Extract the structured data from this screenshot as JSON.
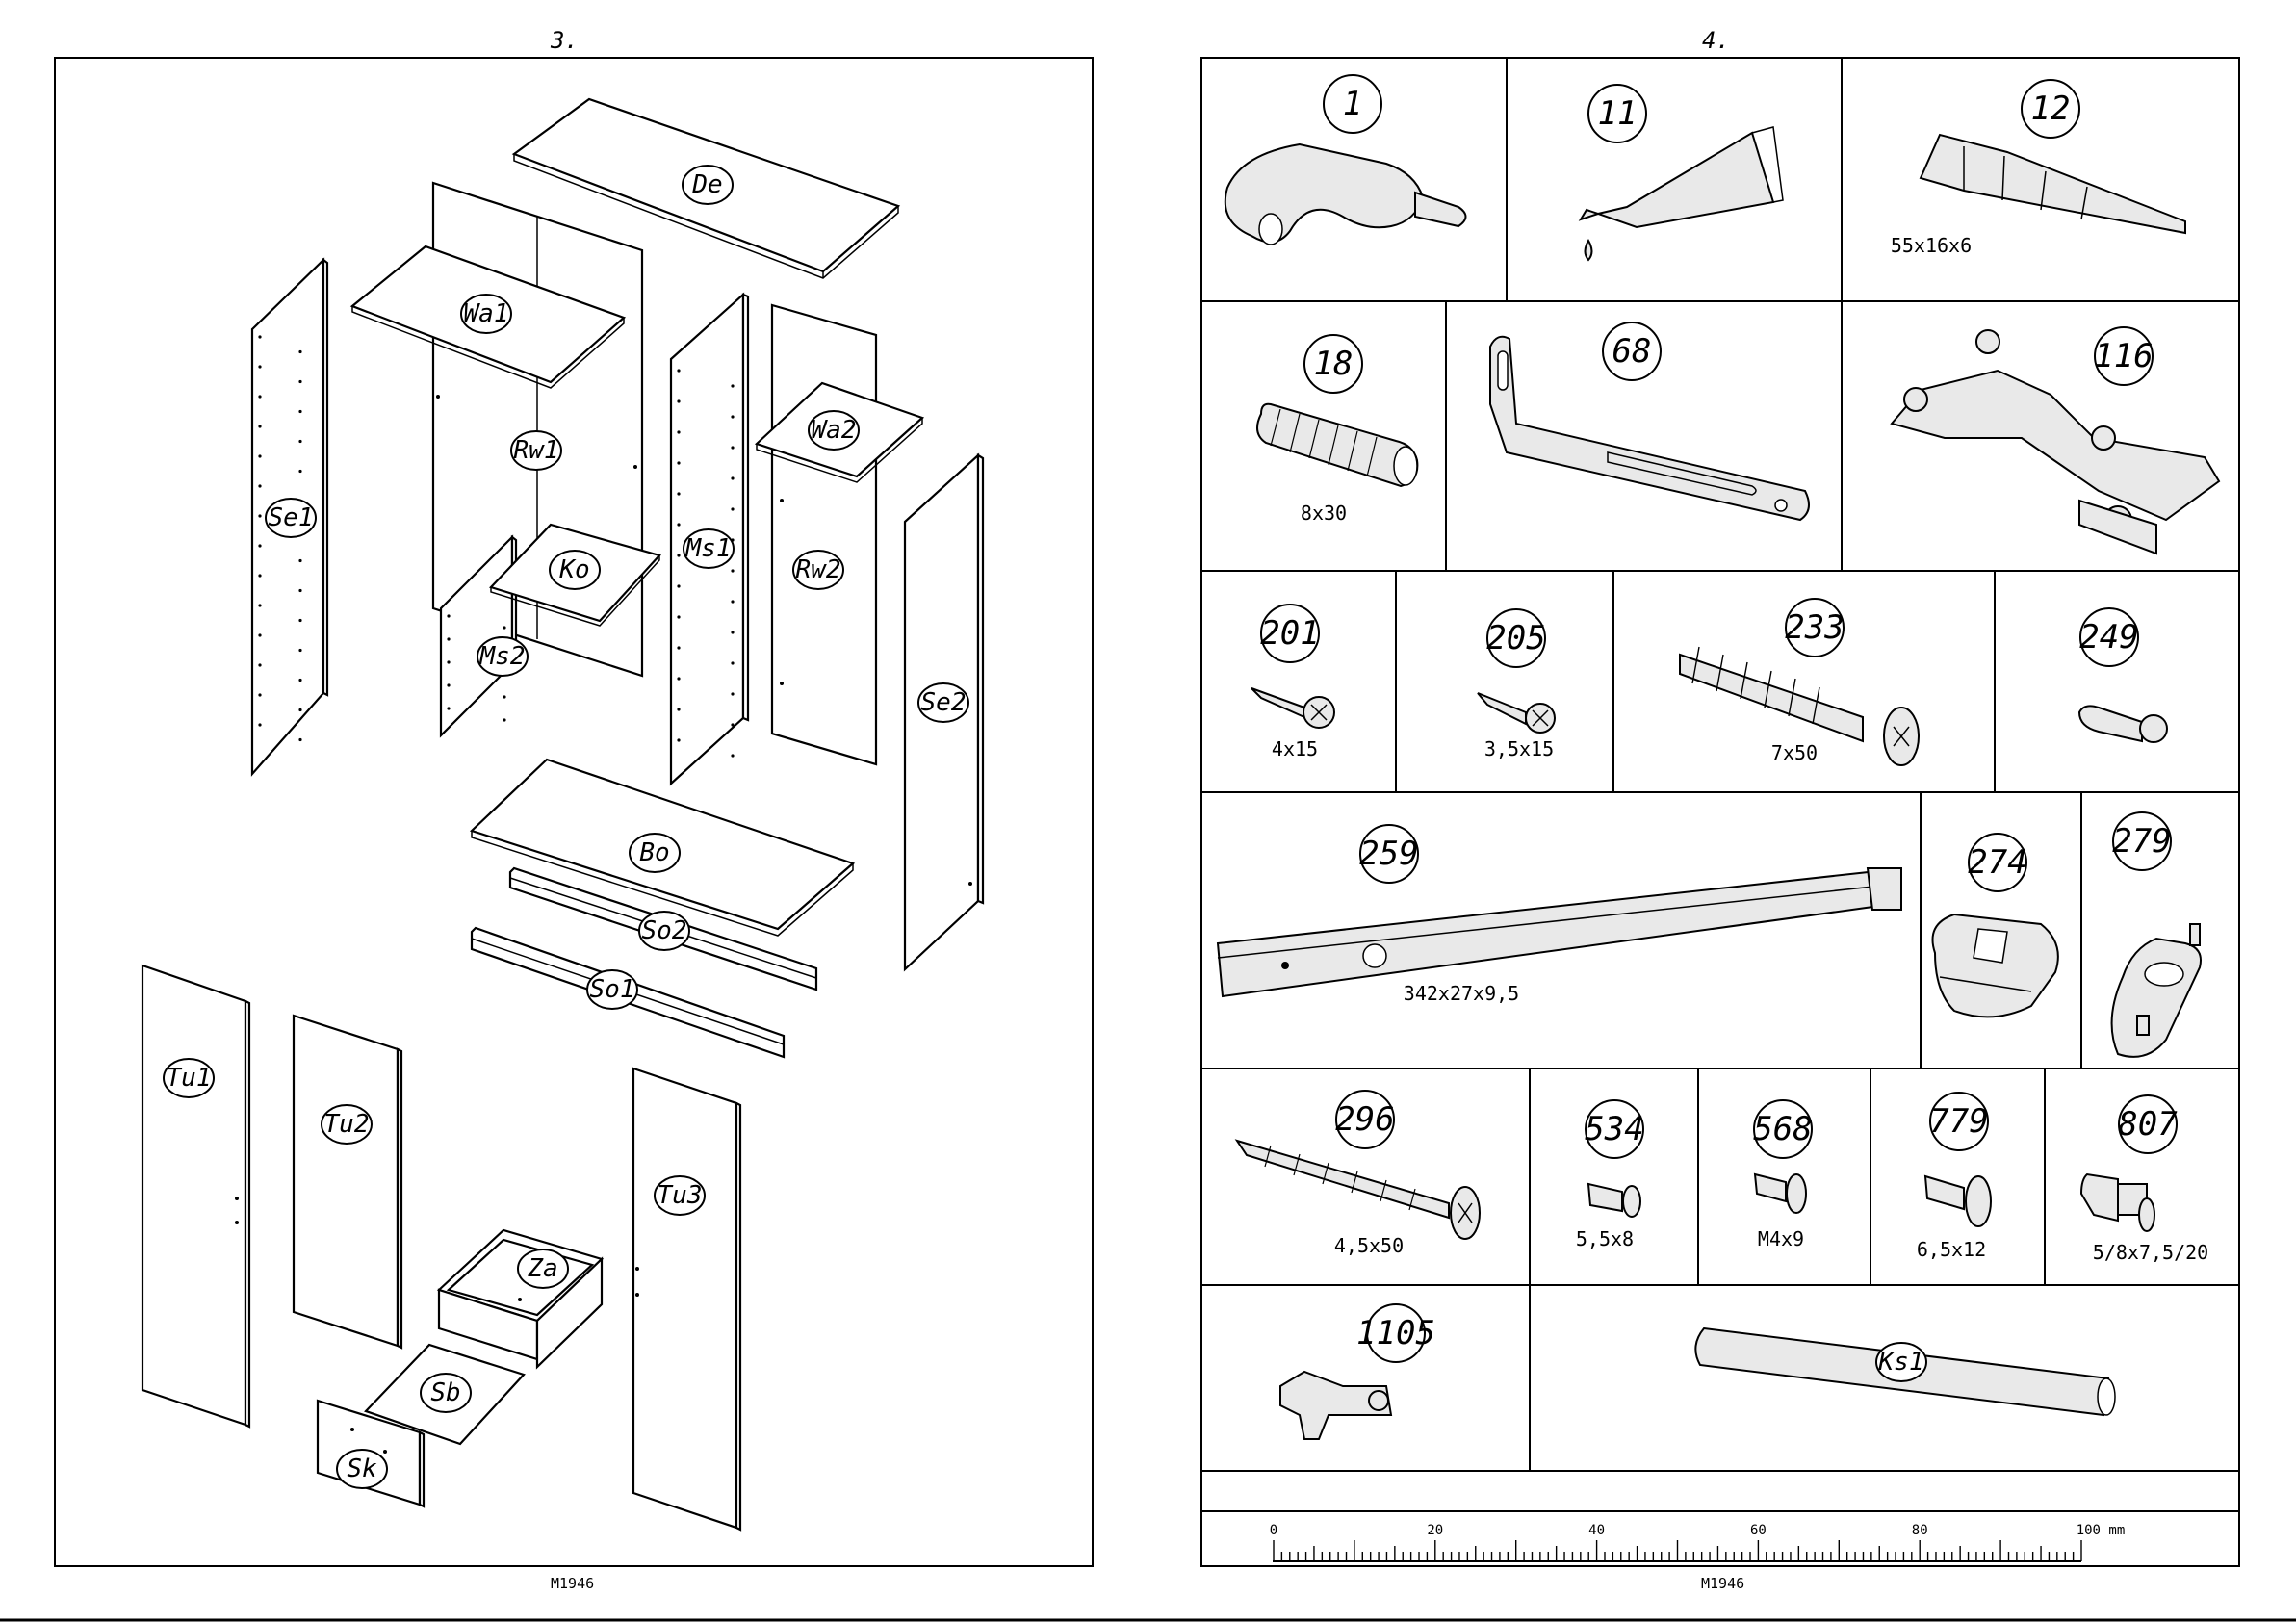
{
  "pages": {
    "left_number": "3.",
    "right_number": "4.",
    "left_code": "M1946",
    "right_code": "M1946"
  },
  "panels": [
    {
      "id": "De"
    },
    {
      "id": "Wa1"
    },
    {
      "id": "Rw1"
    },
    {
      "id": "Se1"
    },
    {
      "id": "Ms1"
    },
    {
      "id": "Wa2"
    },
    {
      "id": "Rw2"
    },
    {
      "id": "Ko"
    },
    {
      "id": "Ms2"
    },
    {
      "id": "Se2"
    },
    {
      "id": "Bo"
    },
    {
      "id": "So2"
    },
    {
      "id": "So1"
    },
    {
      "id": "Tu1"
    },
    {
      "id": "Tu2"
    },
    {
      "id": "Tu3"
    },
    {
      "id": "Za"
    },
    {
      "id": "Sb"
    },
    {
      "id": "Sk"
    }
  ],
  "hardware": [
    {
      "number": "1",
      "dim": "",
      "icon": "shelf-support-clip-icon"
    },
    {
      "number": "11",
      "dim": "",
      "icon": "glue-tube-icon"
    },
    {
      "number": "12",
      "dim": "55x16x6",
      "icon": "wedge-strip-icon"
    },
    {
      "number": "18",
      "dim": "8x30",
      "icon": "wood-dowel-icon"
    },
    {
      "number": "68",
      "dim": "",
      "icon": "angle-bracket-icon"
    },
    {
      "number": "116",
      "dim": "",
      "icon": "concealed-hinge-icon"
    },
    {
      "number": "201",
      "dim": "4x15",
      "icon": "screw-icon"
    },
    {
      "number": "205",
      "dim": "3,5x15",
      "icon": "screw-icon"
    },
    {
      "number": "233",
      "dim": "7x50",
      "icon": "confirmat-screw-icon"
    },
    {
      "number": "249",
      "dim": "",
      "icon": "cam-bolt-icon"
    },
    {
      "number": "259",
      "dim": "342x27x9,5",
      "icon": "drawer-runner-icon"
    },
    {
      "number": "274",
      "dim": "",
      "icon": "cam-lock-icon"
    },
    {
      "number": "279",
      "dim": "",
      "icon": "rail-support-icon"
    },
    {
      "number": "296",
      "dim": "4,5x50",
      "icon": "long-screw-icon"
    },
    {
      "number": "534",
      "dim": "5,5x8",
      "icon": "short-screw-icon"
    },
    {
      "number": "568",
      "dim": "M4x9",
      "icon": "machine-screw-icon"
    },
    {
      "number": "779",
      "dim": "6,5x12",
      "icon": "screw-icon"
    },
    {
      "number": "807",
      "dim": "5/8x7,5/20",
      "icon": "shelf-pin-icon"
    },
    {
      "number": "1105",
      "dim": "",
      "icon": "rail-holder-icon"
    },
    {
      "number": "Ks1",
      "dim": "",
      "icon": "wardrobe-rail-icon"
    }
  ],
  "ruler": {
    "labels": [
      "0",
      "20",
      "40",
      "60",
      "80",
      "100 mm"
    ]
  }
}
